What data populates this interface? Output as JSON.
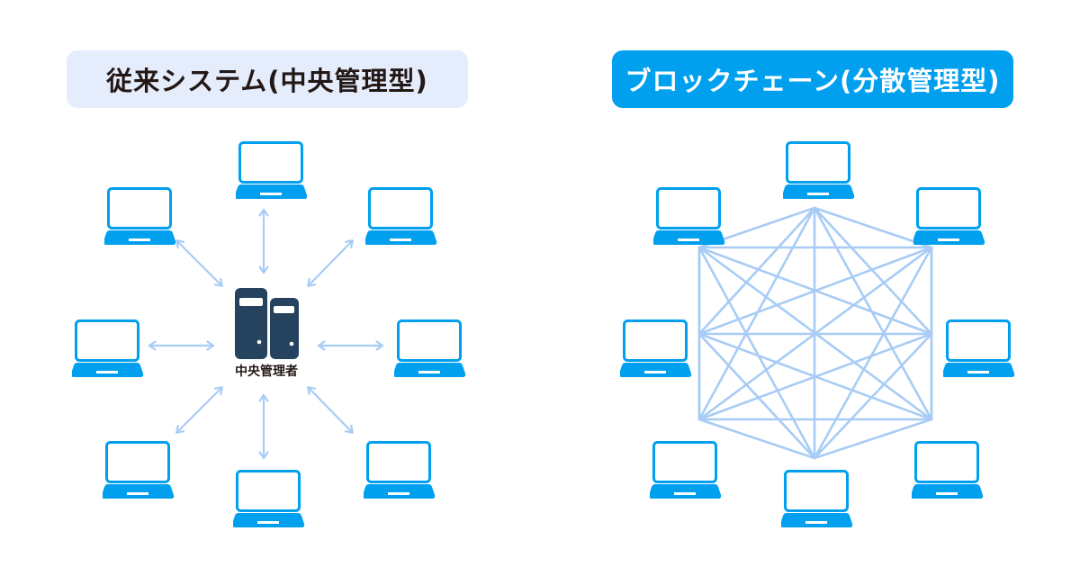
{
  "diagram": {
    "left_panel": {
      "title": "従来システム(中央管理型)",
      "center_node": {
        "label": "中央管理者",
        "icon": "server-icon"
      },
      "nodes": [
        {
          "id": "top",
          "icon": "laptop-icon"
        },
        {
          "id": "upper-left",
          "icon": "laptop-icon"
        },
        {
          "id": "upper-right",
          "icon": "laptop-icon"
        },
        {
          "id": "mid-left",
          "icon": "laptop-icon"
        },
        {
          "id": "mid-right",
          "icon": "laptop-icon"
        },
        {
          "id": "lower-left",
          "icon": "laptop-icon"
        },
        {
          "id": "lower-right",
          "icon": "laptop-icon"
        },
        {
          "id": "bottom",
          "icon": "laptop-icon"
        }
      ],
      "connection_type": "bidirectional-arrow-to-center"
    },
    "right_panel": {
      "title": "ブロックチェーン(分散管理型)",
      "nodes": [
        {
          "id": "top",
          "icon": "laptop-icon"
        },
        {
          "id": "upper-left",
          "icon": "laptop-icon"
        },
        {
          "id": "upper-right",
          "icon": "laptop-icon"
        },
        {
          "id": "mid-left",
          "icon": "laptop-icon"
        },
        {
          "id": "mid-right",
          "icon": "laptop-icon"
        },
        {
          "id": "lower-left",
          "icon": "laptop-icon"
        },
        {
          "id": "lower-right",
          "icon": "laptop-icon"
        },
        {
          "id": "bottom",
          "icon": "laptop-icon"
        }
      ],
      "connection_type": "full-mesh"
    },
    "colors": {
      "laptop": "#00a0ef",
      "connector": "#a8ccf5",
      "server": "#25425f",
      "left_title_bg": "#e5ecfb",
      "right_title_bg": "#00a0ef",
      "text_dark": "#231815"
    }
  }
}
